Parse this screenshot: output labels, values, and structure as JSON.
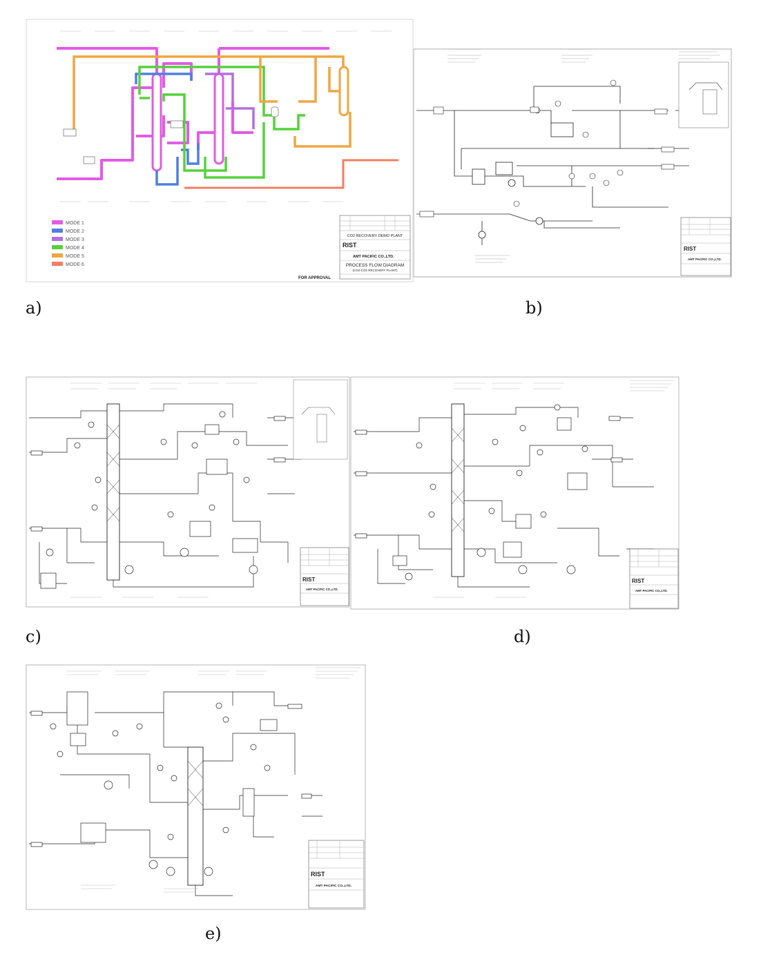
{
  "captions": {
    "a": "a)",
    "b": "b)",
    "c": "c)",
    "d": "d)",
    "e": "e)"
  },
  "panel_a": {
    "plant_name": "CO2 RECOVERY DEMO PLANT",
    "logo_rist": "RIST",
    "logo_amt": "AMT PACIFIC CO.,LTD.",
    "drawing_title": "PROCESS FLOW DIAGRAM",
    "drawing_subtitle": "(CO2-CO2 RECOVERY PLANT)",
    "stamp": "FOR APPROVAL",
    "legend": [
      {
        "label": "MODE 1",
        "color": "#e25ae6"
      },
      {
        "label": "MODE 2",
        "color": "#4f7fe0"
      },
      {
        "label": "MODE 3",
        "color": "#b36ee0"
      },
      {
        "label": "MODE 4",
        "color": "#55d13c"
      },
      {
        "label": "MODE 5",
        "color": "#f0a640"
      },
      {
        "label": "MODE 6",
        "color": "#f07e64"
      }
    ]
  },
  "panel_b": {
    "logo_rist": "RIST",
    "logo_amt": "AMT PACIFIC CO.,LTD."
  },
  "panel_c": {
    "logo_rist": "RIST",
    "logo_amt": "AMT PACIFIC CO.,LTD."
  },
  "panel_d": {
    "logo_rist": "RIST",
    "logo_amt": "AMT PACIFIC CO.,LTD."
  },
  "panel_e": {
    "logo_rist": "RIST",
    "logo_amt": "AMT PACIFIC CO.,LTD."
  }
}
